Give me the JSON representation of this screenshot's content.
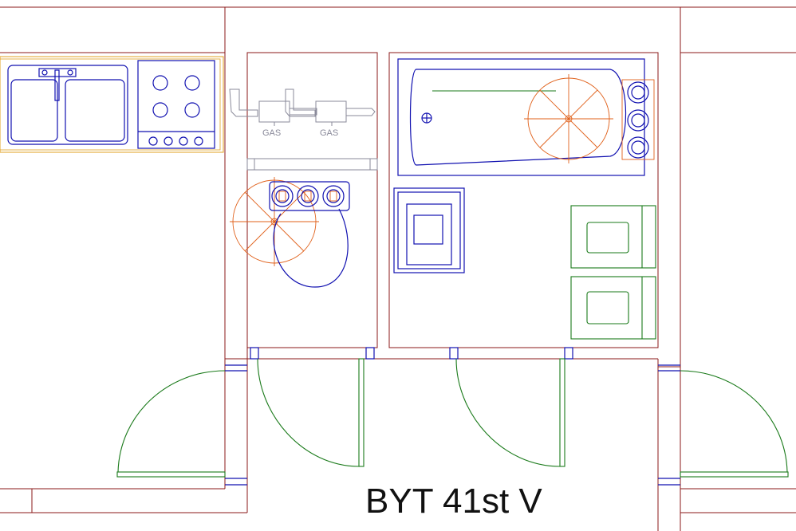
{
  "plan": {
    "title": "BYT 41st V",
    "gas_labels": [
      "GAS",
      "GAS"
    ]
  },
  "colors": {
    "walls": "#8b1a1a",
    "fixtures": "#1010b0",
    "appliance_detail": "#e0601a",
    "doors": "#1a7a1a",
    "gas_pipes": "#8a8a9a"
  }
}
